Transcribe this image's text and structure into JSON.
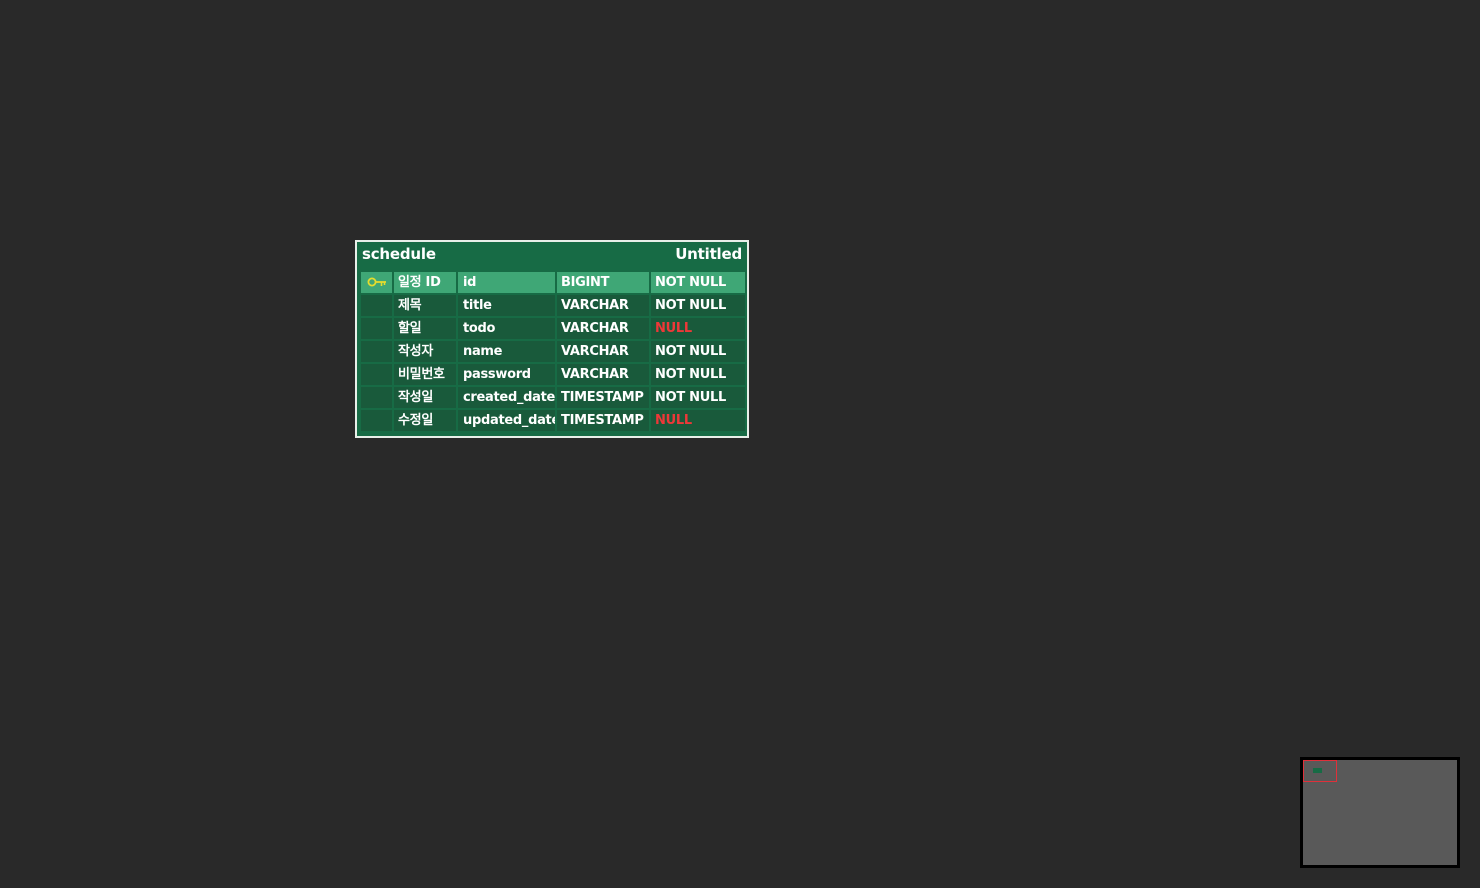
{
  "table": {
    "name": "schedule",
    "comment": "Untitled",
    "columns": [
      {
        "logical": "일정 ID",
        "physical": "id",
        "type": "BIGINT",
        "nullable": "NOT NULL",
        "primary_key": true
      },
      {
        "logical": "제목",
        "physical": "title",
        "type": "VARCHAR",
        "nullable": "NOT NULL",
        "primary_key": false
      },
      {
        "logical": "할일",
        "physical": "todo",
        "type": "VARCHAR",
        "nullable": "NULL",
        "primary_key": false
      },
      {
        "logical": "작성자",
        "physical": "name",
        "type": "VARCHAR",
        "nullable": "NOT NULL",
        "primary_key": false
      },
      {
        "logical": "비밀번호",
        "physical": "password",
        "type": "VARCHAR",
        "nullable": "NOT NULL",
        "primary_key": false
      },
      {
        "logical": "작성일",
        "physical": "created_date",
        "type": "TIMESTAMP",
        "nullable": "NOT NULL",
        "primary_key": false
      },
      {
        "logical": "수정일",
        "physical": "updated_date",
        "type": "TIMESTAMP",
        "nullable": "NULL",
        "primary_key": false
      }
    ]
  },
  "icons": {
    "primary_key": "key-icon"
  },
  "colors": {
    "canvas_background": "#292929",
    "table_background": "#176b45",
    "primary_key_row": "#3fa776",
    "null_text": "#ee3838",
    "key_icon": "#e4dc2e",
    "minimap_background": "#595959",
    "minimap_viewport": "#e0303a"
  }
}
